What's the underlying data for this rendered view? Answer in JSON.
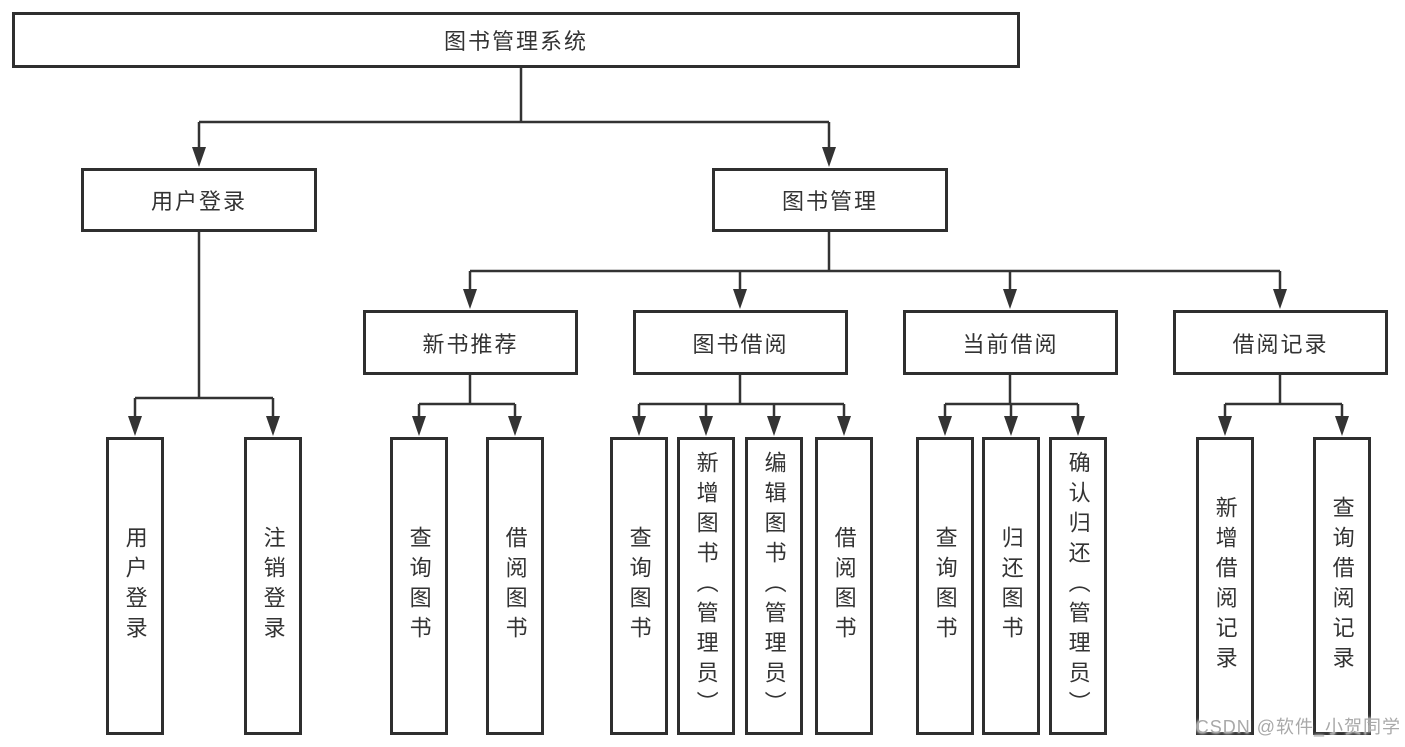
{
  "colors": {
    "line": "#333333",
    "box_border": "#2f2f2f",
    "box_fill": "#ffffff",
    "text": "#333333",
    "watermark": "#a9a9a9"
  },
  "watermark": {
    "text": "CSDN @软件_小贺同学"
  },
  "tree": {
    "label": "图书管理系统",
    "children": [
      {
        "label": "用户登录",
        "children": [
          {
            "label": "用户登录"
          },
          {
            "label": "注销登录"
          }
        ]
      },
      {
        "label": "图书管理",
        "children": [
          {
            "label": "新书推荐",
            "children": [
              {
                "label": "查询图书"
              },
              {
                "label": "借阅图书"
              }
            ]
          },
          {
            "label": "图书借阅",
            "children": [
              {
                "label": "查询图书"
              },
              {
                "label": "新增图书（管理员）"
              },
              {
                "label": "编辑图书（管理员）"
              },
              {
                "label": "借阅图书"
              }
            ]
          },
          {
            "label": "当前借阅",
            "children": [
              {
                "label": "查询图书"
              },
              {
                "label": "归还图书"
              },
              {
                "label": "确认归还（管理员）"
              }
            ]
          },
          {
            "label": "借阅记录",
            "children": [
              {
                "label": "新增借阅记录"
              },
              {
                "label": "查询借阅记录"
              }
            ]
          }
        ]
      }
    ]
  }
}
